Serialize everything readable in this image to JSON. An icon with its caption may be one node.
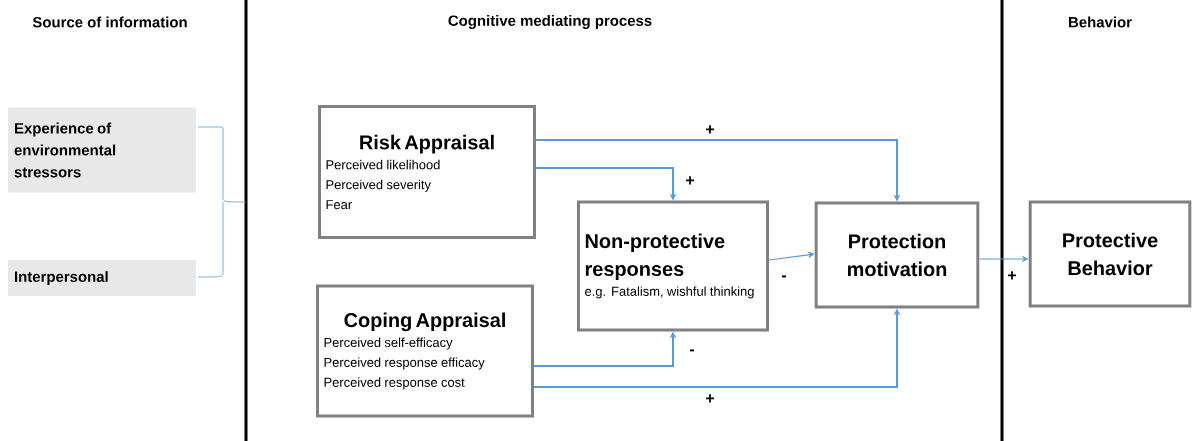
{
  "diagram": {
    "nodes": [
      {
        "text": [
          "Experience of environmental stressors"
        ]
      },
      {
        "text": [
          "Interpersonal"
        ]
      },
      {
        "text": [
          "Risk Appraisal",
          "Perceived likelihood",
          "Perceived severity",
          "Fear"
        ]
      },
      {
        "text": [
          "Non-protective responses",
          "e.g. Fatalism, wishful thinking"
        ]
      },
      {
        "text": [
          "Coping Appraisal",
          "Perceived self-efficacy",
          "Perceived response efficacy",
          "Perceived response cost"
        ]
      },
      {
        "text": [
          "Protection motivation"
        ]
      },
      {
        "text": [
          "Protective Behavior"
        ]
      }
    ],
    "edges": [
      {
        "from": 2,
        "to": 5,
        "arrow": "to",
        "label": "+"
      },
      {
        "from": 2,
        "to": 3,
        "arrow": "to",
        "label": "+"
      },
      {
        "from": 4,
        "to": 3,
        "arrow": "to",
        "label": "-"
      },
      {
        "from": 4,
        "to": 5,
        "arrow": "to",
        "label": "+"
      },
      {
        "from": 3,
        "to": 5,
        "arrow": "to",
        "label": "-"
      },
      {
        "from": 5,
        "to": 6,
        "arrow": "to",
        "label": "+"
      }
    ],
    "labels": [
      "Source of information",
      "Cognitive mediating process",
      "Behavior"
    ]
  }
}
